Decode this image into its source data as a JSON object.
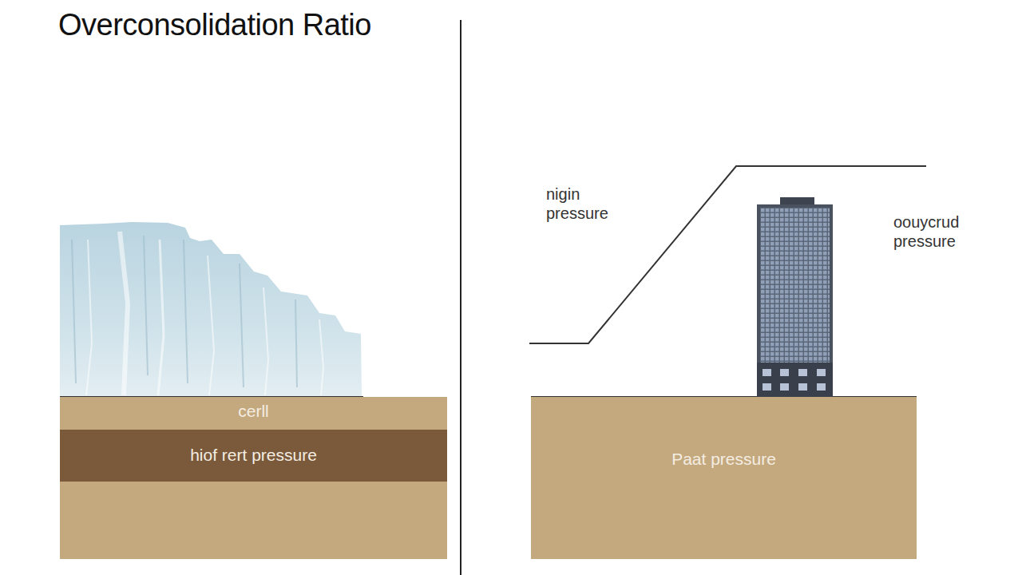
{
  "diagram": {
    "title": "Overconsolidation Ratio",
    "nodes": [
      {
        "text": [
          "cerll"
        ]
      },
      {
        "text": [
          "hiof rert pressure"
        ]
      },
      {
        "text": [
          "Paat pressure"
        ]
      }
    ],
    "labels": [
      "nigin pressure",
      "oouycrud pressure"
    ]
  }
}
